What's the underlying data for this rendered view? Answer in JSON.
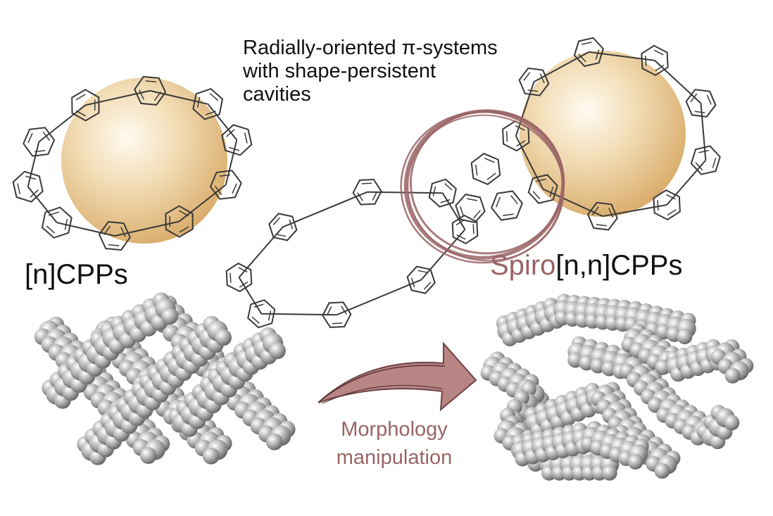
{
  "caption": {
    "lines": [
      "Radially-oriented π-systems",
      "with shape-persistent",
      "cavities"
    ]
  },
  "cpp_label": "[n]CPPs",
  "spiro_label": {
    "prefix": "Spiro",
    "suffix": "[n,n]CPPs"
  },
  "arrow_label": {
    "lines": [
      "Morphology",
      "manipulation"
    ]
  },
  "colors": {
    "sphere": "#e8c48a",
    "bond": "#3a3a3a",
    "accent": "#9a6466",
    "atom": "#8a8a8a",
    "text": "#111111"
  }
}
